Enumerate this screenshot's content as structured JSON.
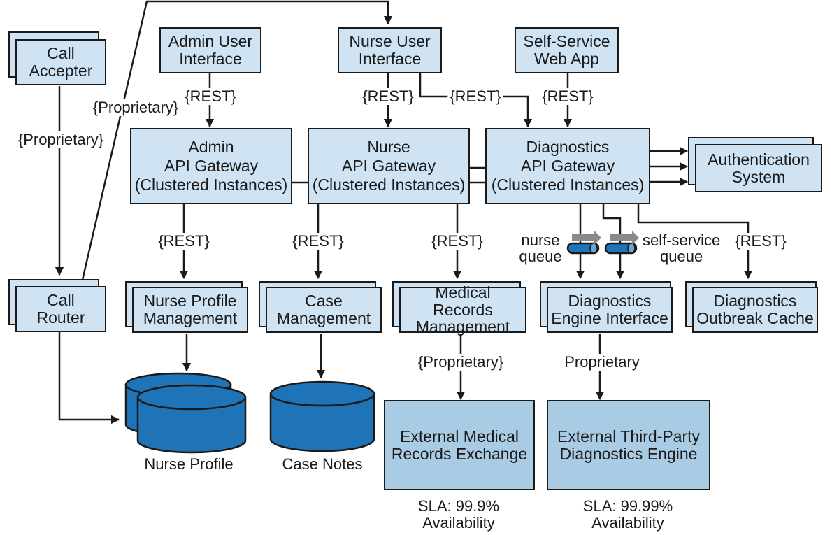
{
  "boxes": {
    "call_accepter": "Call\nAccepter",
    "call_router": "Call\nRouter",
    "admin_ui": "Admin User\nInterface",
    "nurse_ui": "Nurse User\nInterface",
    "selfservice_app": "Self-Service\nWeb App",
    "admin_gateway": "Admin\nAPI Gateway\n(Clustered Instances)",
    "nurse_gateway": "Nurse\nAPI Gateway\n(Clustered Instances)",
    "diagnostics_gateway": "Diagnostics\nAPI Gateway\n(Clustered Instances)",
    "auth_system": "Authentication\nSystem",
    "nurse_profile_mgmt": "Nurse Profile\nManagement",
    "case_mgmt": "Case\nManagement",
    "medical_records_mgmt": "Medical Records\nManagement",
    "diag_engine_interface": "Diagnostics\nEngine Interface",
    "diag_outbreak_cache": "Diagnostics\nOutbreak Cache",
    "ext_medical_records": "External Medical\nRecords Exchange",
    "ext_diag_engine": "External Third-Party\nDiagnostics Engine"
  },
  "databases": {
    "nurse_profile_db": "Nurse Profile\nDatabase",
    "nurse_profile_caption": "Nurse Profile",
    "case_db": "Case\nDatabase",
    "case_caption": "Case Notes"
  },
  "labels": {
    "rest": "{REST}",
    "proprietary": "{Proprietary}",
    "proprietary_plain": "Proprietary",
    "nurse_queue": "nurse\nqueue",
    "selfservice_queue": "self-service\nqueue"
  },
  "sla": {
    "medical": "SLA: 99.9%\nAvailability",
    "diagnostics": "SLA: 99.99%\nAvailability"
  },
  "colors": {
    "box_fill": "#cfe3f2",
    "external_fill": "#a9cce4",
    "database_fill": "#1f73b7",
    "line": "#1a1a1a"
  }
}
